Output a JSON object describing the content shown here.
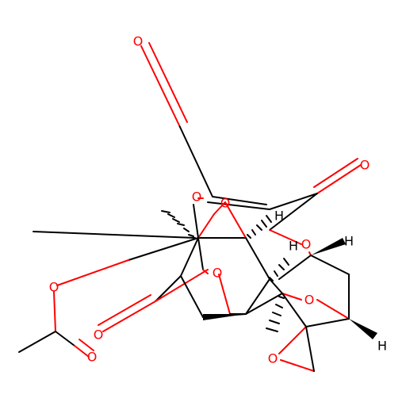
{
  "molecule": {
    "atom_labels": {
      "o_top": "O",
      "o_upper_mid": "O",
      "o_right_carbonyl": "O",
      "o_ring_right": "O",
      "o_center": "O",
      "o_left_ester": "O",
      "o_lower_carbonyl": "O",
      "o_acetyl_carbonyl": "O",
      "o_bridge": "O",
      "o_epoxide": "O"
    },
    "hydrogen_labels": {
      "h_upper_right": "H",
      "h_mid": "H",
      "h_far_right": "H",
      "h_bottom_right": "H"
    },
    "colors": {
      "oxygen": "#ff0000",
      "carbon": "#000000",
      "hydrogen": "#000000",
      "background": "#ffffff"
    }
  }
}
